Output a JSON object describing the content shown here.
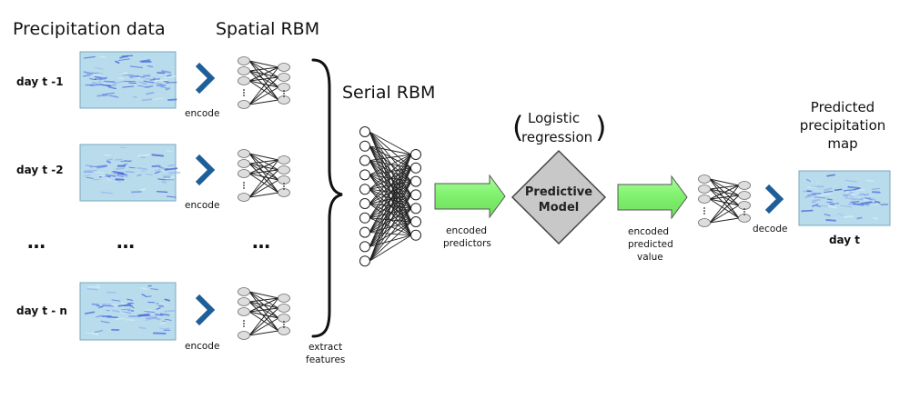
{
  "titles": {
    "precipitation_data": "Precipitation data",
    "spatial_rbm": "Spatial RBM",
    "serial_rbm": "Serial RBM",
    "logistic": "Logistic",
    "regression": "regression"
  },
  "rows": [
    {
      "day_label": "day t -1",
      "encode_label": "encode"
    },
    {
      "day_label": "day t -2",
      "encode_label": "encode"
    },
    {
      "day_label": "day t - n",
      "encode_label": "encode"
    }
  ],
  "ellipsis": "…",
  "extract": {
    "line1": "extract",
    "line2": "features"
  },
  "arrow1": {
    "line1": "encoded",
    "line2": "predictors"
  },
  "model": {
    "line1": "Predictive",
    "line2": "Model"
  },
  "arrow2": {
    "line1": "encoded",
    "line2": "predicted",
    "line3": "value"
  },
  "decode_label": "decode",
  "output": {
    "line1": "Predicted",
    "line2": "precipitation",
    "line3": "map",
    "day_label": "day t"
  },
  "colors": {
    "chevron": "#1f5f99",
    "arrow_fill": "#88f57a",
    "diamond_fill": "#c8c8c8",
    "node_fill": "#dddddd",
    "map_bg": "#b8dceb"
  }
}
